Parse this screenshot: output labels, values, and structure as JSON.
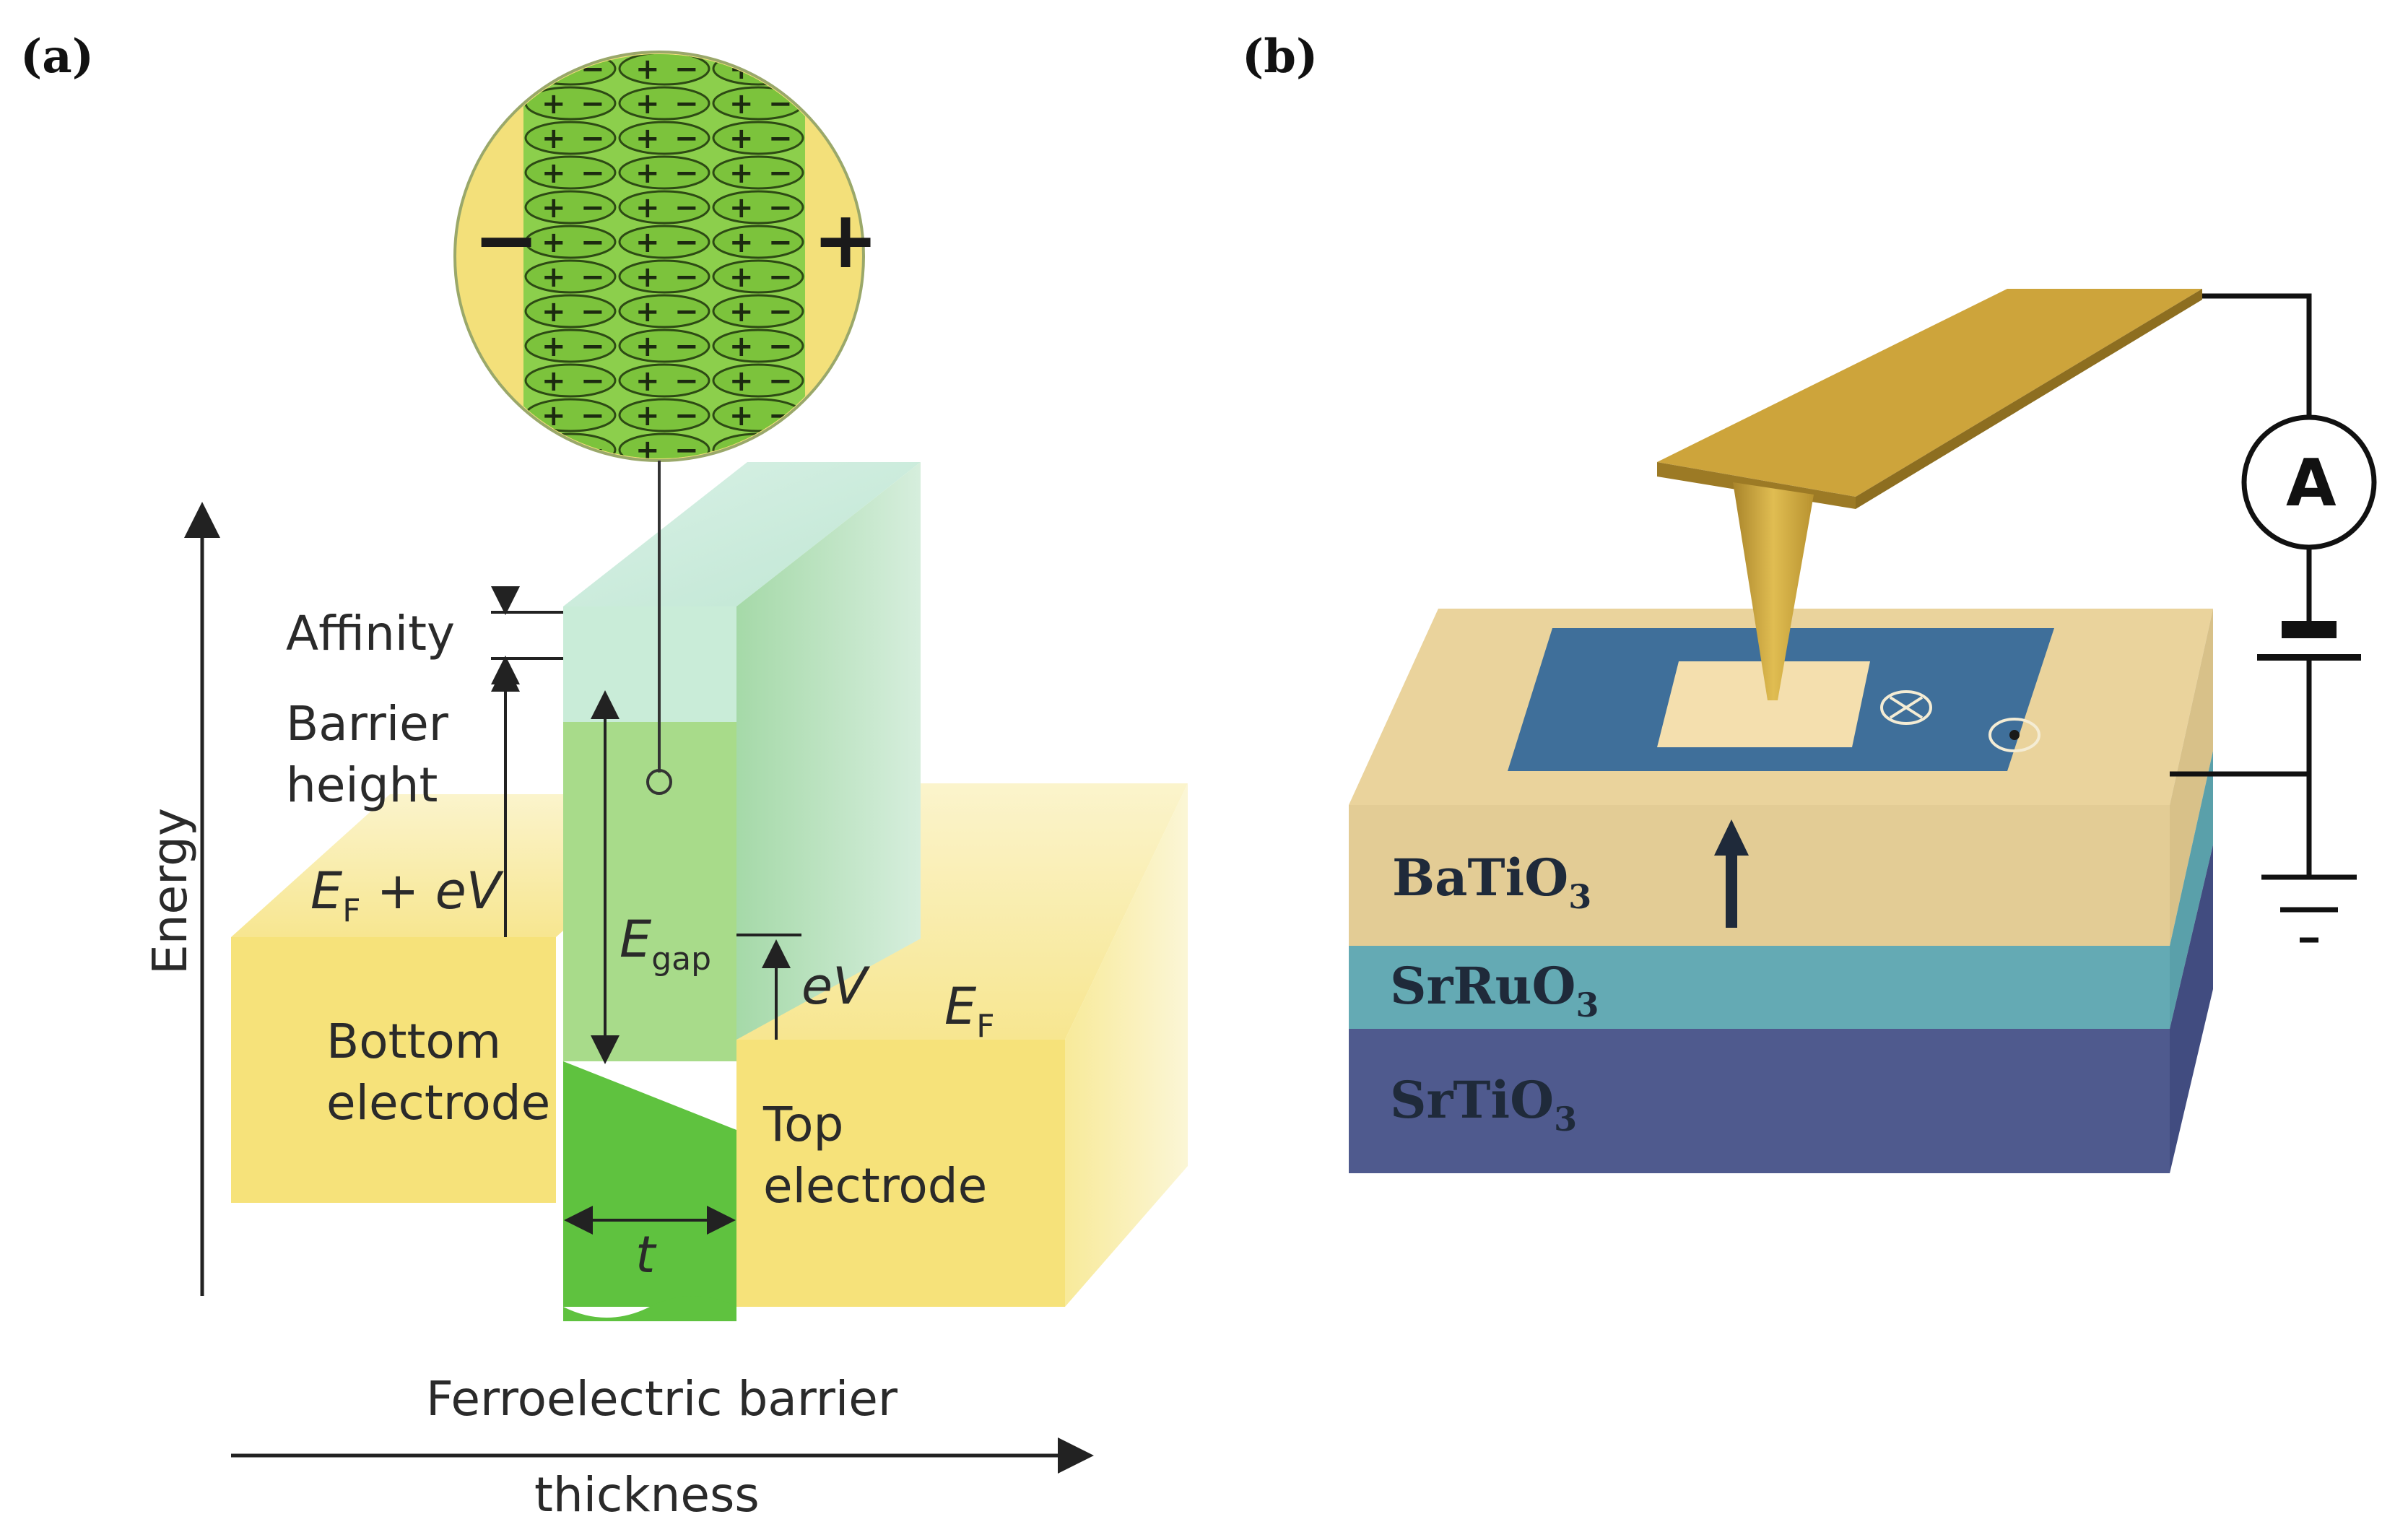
{
  "panels": {
    "a": {
      "label": "(a)",
      "energy_axis": "Energy",
      "thickness_axis_line1": "Ferroelectric barrier",
      "thickness_axis_line2": "thickness",
      "affinity": "Affinity",
      "barrier_height_line1": "Barrier",
      "barrier_height_line2": "height",
      "ef_eV_main": "E",
      "ef_eV_sub": "F",
      "ef_eV_rest": " + eV",
      "egap_main": "E",
      "egap_sub": "gap",
      "eV": "eV",
      "ef_main": "E",
      "ef_sub": "F",
      "bottom_electrode_line1": "Bottom",
      "bottom_electrode_line2": "electrode",
      "top_electrode_line1": "Top",
      "top_electrode_line2": "electrode",
      "thickness_symbol": "t",
      "inset_minus": "−",
      "inset_plus": "+",
      "dipole_plus": "+",
      "dipole_minus": "−"
    },
    "b": {
      "label": "(b)",
      "ammeter": "A",
      "layer_top_main": "BaTiO",
      "layer_top_sub": "3",
      "layer_mid_main": "SrRuO",
      "layer_mid_sub": "3",
      "layer_bot_main": "SrTiO",
      "layer_bot_sub": "3"
    }
  },
  "colors": {
    "electrode": "#f6e27a",
    "barrier": "#9fd77f",
    "barrier_dark": "#5ec23e",
    "inset_bg": "#f3e07a",
    "bto": "#e3cc95",
    "sro": "#64aab4",
    "sto": "#4f5a8e",
    "domain": "#3f6f9a",
    "tip": "#c9a43a"
  }
}
